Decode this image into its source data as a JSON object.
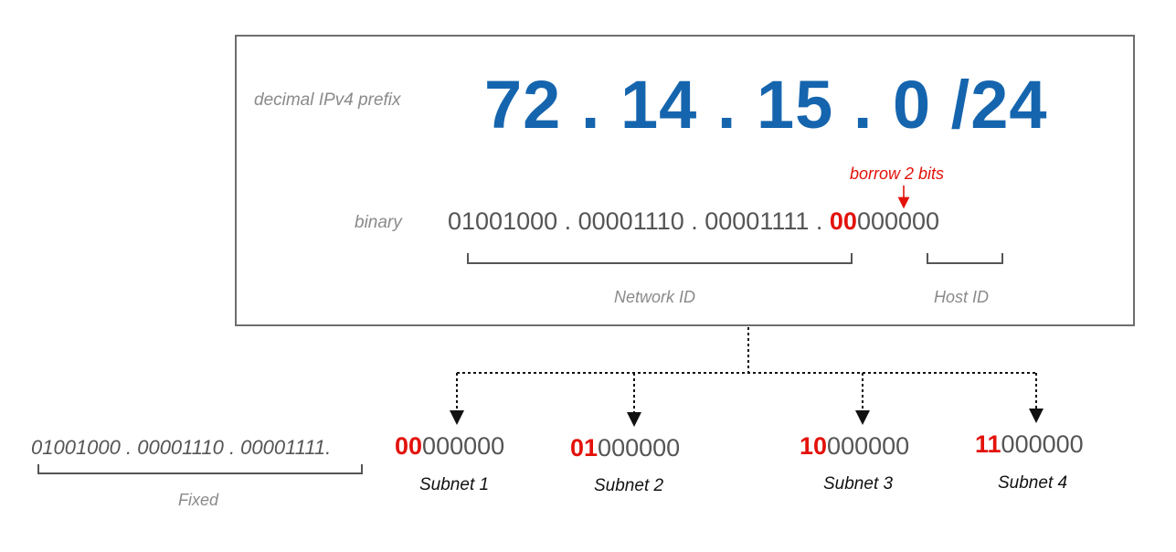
{
  "prefix": {
    "label": "decimal IPv4 prefix",
    "value": "72 . 14 . 15 .  0  /24"
  },
  "binary": {
    "label": "binary",
    "network_part": "01001000 . 00001110 . 00001111 . ",
    "borrowed_bits": "00",
    "host_bits": "000000",
    "borrow_note": "borrow 2 bits",
    "network_id_label": "Network ID",
    "host_id_label": "Host ID"
  },
  "fixed": {
    "value": "01001000 . 00001110 . 00001111.",
    "label": "Fixed"
  },
  "subnets": [
    {
      "bits": "00",
      "rest": "000000",
      "label": "Subnet 1"
    },
    {
      "bits": "01",
      "rest": "000000",
      "label": "Subnet 2"
    },
    {
      "bits": "10",
      "rest": "000000",
      "label": "Subnet 3"
    },
    {
      "bits": "11",
      "rest": "000000",
      "label": "Subnet 4"
    }
  ],
  "colors": {
    "prefix_blue": "#1565ae",
    "highlight_red": "#e3120b",
    "frame_gray": "#6e6e6e"
  }
}
